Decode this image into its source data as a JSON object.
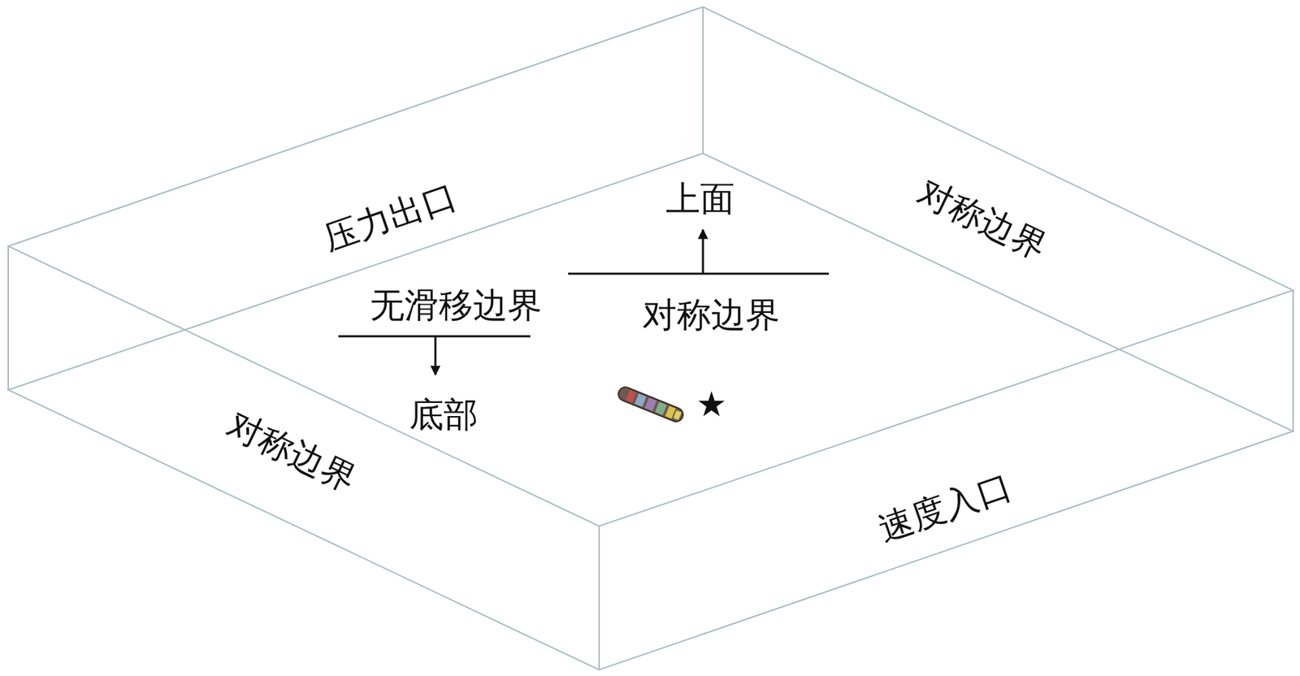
{
  "diagram": {
    "labels": [
      "压力出口",
      "上面",
      "对称边界",
      "无滑移边界",
      "对称边界",
      "底部",
      "★",
      "对称边界",
      "速度入口"
    ]
  }
}
